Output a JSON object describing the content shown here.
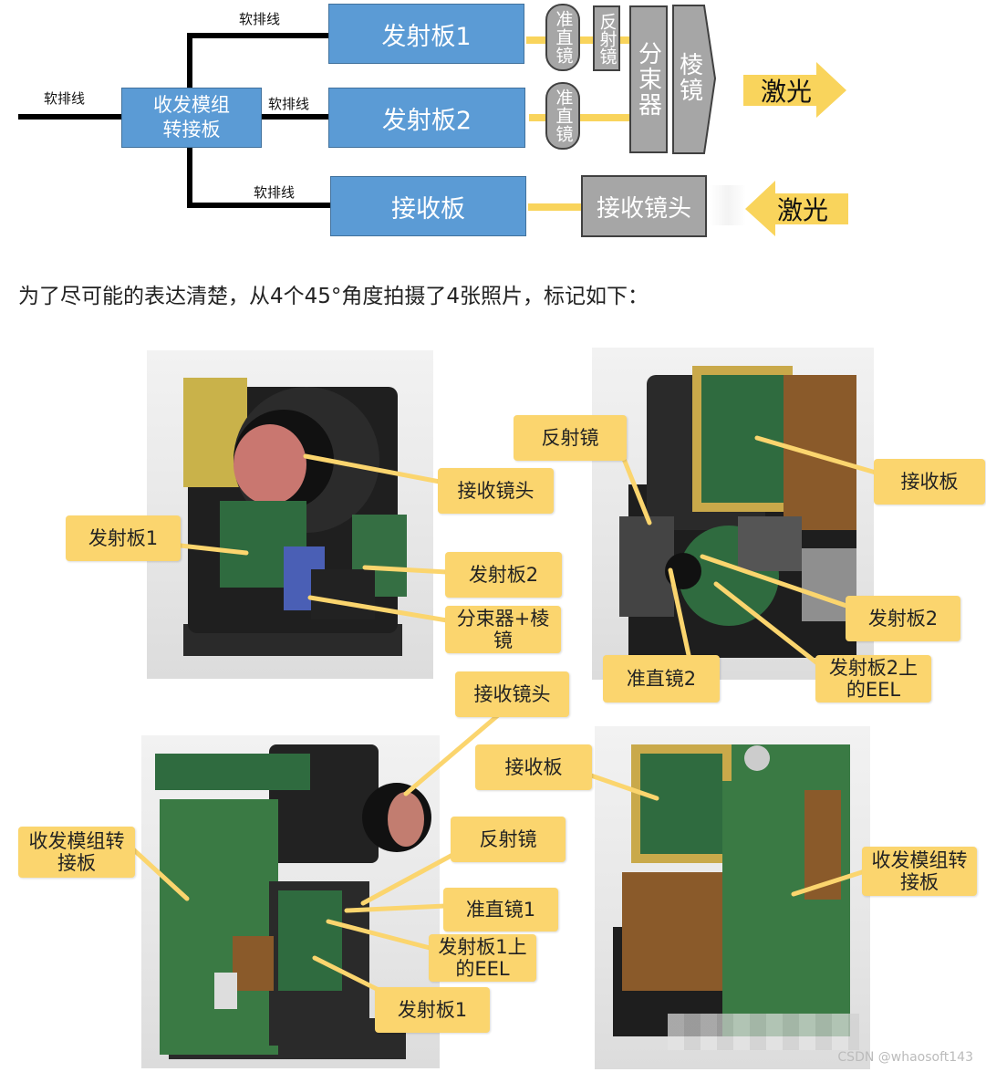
{
  "diagram": {
    "cable_label": "软排线",
    "adapter": [
      "收发模组",
      "转接板"
    ],
    "emitter1": "发射板1",
    "emitter2": "发射板2",
    "receiver": "接收板",
    "collimator": [
      "准",
      "直",
      "镜"
    ],
    "reflector": [
      "反",
      "射",
      "镜"
    ],
    "splitter": [
      "分",
      "束",
      "器"
    ],
    "prism": [
      "棱",
      "镜"
    ],
    "receive_lens": "接收镜头",
    "laser": "激光"
  },
  "caption": "为了尽可能的表达清楚，从4个45°角度拍摄了4张照片，标记如下：",
  "photos": {
    "p1": {
      "receive_lens": "接收镜头",
      "emitter1": "发射板1",
      "emitter2": "发射板2",
      "splitter_prism": [
        "分束器+棱",
        "镜"
      ]
    },
    "p2": {
      "reflector": "反射镜",
      "receiver": "接收板",
      "emitter2": "发射板2",
      "collimator2": "准直镜2",
      "emitter2_eel": [
        "发射板2上",
        "的EEL"
      ]
    },
    "p3": {
      "receive_lens": "接收镜头",
      "adapter": [
        "收发模组转",
        "接板"
      ],
      "reflector": "反射镜",
      "collimator1": "准直镜1",
      "emitter1_eel": [
        "发射板1上",
        "的EEL"
      ],
      "emitter1": "发射板1"
    },
    "p4": {
      "receiver": "接收板",
      "adapter": [
        "收发模组转",
        "接板"
      ]
    }
  },
  "watermark": "CSDN @whaosoft143",
  "colors": {
    "box_blue": "#5b9bd5",
    "callout_yellow": "#fbd56e",
    "beam_yellow": "#f9d45c",
    "optic_grey": "#a6a6a6"
  }
}
